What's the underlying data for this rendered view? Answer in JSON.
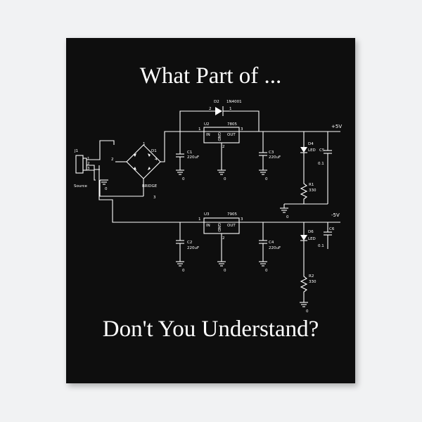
{
  "poster": {
    "top_line": "What Part of ...",
    "bottom_line": "Don't You Understand?"
  },
  "schematic": {
    "rails": {
      "positive": "+5V",
      "negative": "-5V"
    },
    "connector": {
      "ref": "J1",
      "label": "Source",
      "pins": [
        "1",
        "2",
        "3"
      ]
    },
    "bridge": {
      "ref": "D1",
      "label": "BRIDGE",
      "pins": [
        "1",
        "2",
        "3",
        "4"
      ]
    },
    "diode": {
      "ref": "D2",
      "part": "1N4001",
      "pins": [
        "2",
        "1"
      ]
    },
    "regulators": [
      {
        "ref": "U2",
        "part": "7805",
        "in": "IN",
        "gnd": "GND",
        "out": "OUT",
        "pins": [
          "1",
          "3",
          "2"
        ]
      },
      {
        "ref": "U3",
        "part": "7905",
        "in": "IN",
        "gnd": "GND",
        "out": "OUT",
        "pins": [
          "1",
          "3",
          "2"
        ]
      }
    ],
    "capacitors": [
      {
        "ref": "C1",
        "value": "220uF"
      },
      {
        "ref": "C3",
        "value": "220uF"
      },
      {
        "ref": "C2",
        "value": "220uF"
      },
      {
        "ref": "C4",
        "value": "220uF"
      },
      {
        "ref": "C5",
        "value": "0.1"
      },
      {
        "ref": "C6",
        "value": "0.1"
      }
    ],
    "leds": [
      {
        "ref": "D4",
        "label": "LED"
      },
      {
        "ref": "D6",
        "label": "LED"
      }
    ],
    "resistors": [
      {
        "ref": "R1",
        "value": "330"
      },
      {
        "ref": "R2",
        "value": "330"
      }
    ],
    "ground_label": "0"
  }
}
